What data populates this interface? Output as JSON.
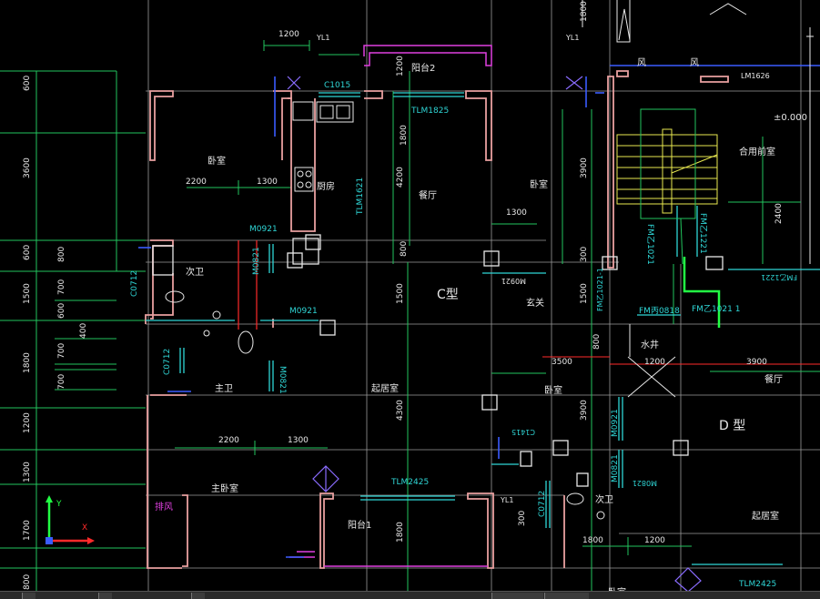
{
  "colors": {
    "background": "#000000",
    "grid_green": "#22c55e",
    "grid_white": "#d0d0d0",
    "wall_pink": "#e9a0a0",
    "wall_red": "#ff2a2a",
    "magenta": "#e040e0",
    "cyan": "#2fd6d6",
    "yellow": "#e8e850",
    "blue": "#3a5cff",
    "white_text": "#e8e8e8"
  },
  "labels": {
    "c_type": "C型",
    "d_type": "D 型",
    "rooms": {
      "bedroom_tl": "卧室",
      "kitchen": "厨房",
      "balcony2": "阳台2",
      "dining": "餐厅",
      "bedroom_mid": "卧室",
      "secondary_bath": "次卫",
      "foyer": "玄关",
      "master_bath": "主卫",
      "living": "起居室",
      "bedroom_r": "卧室",
      "master_bedroom": "主卧室",
      "balcony1": "阳台1",
      "water_well": "水井",
      "shared_front_room": "合用前室",
      "dining_d": "餐厅",
      "living_d": "起居室",
      "secondary_bath_d": "次卫",
      "bedroom_bottom": "卧室",
      "wind_1": "风",
      "wind_2": "风",
      "exhaust": "排风"
    },
    "tags": {
      "yl1_a": "YL1",
      "yl1_b": "YL1",
      "yl1_c": "YL1",
      "c1015": "C1015",
      "tlm1825": "TLM1825",
      "tlm1621": "TLM1621",
      "m0921_a": "M0921",
      "m0821_a": "M0821",
      "c0712_a": "C0712",
      "m0921_b": "M0921",
      "m0921_c": "M0921",
      "c0712_b": "C0712",
      "m0821_b": "M0821",
      "tlm2425_a": "TLM2425",
      "c1415": "C1415",
      "c0712_c": "C0712",
      "m0921_d": "M0921",
      "m0821_c": "M0821",
      "m0821_d": "M0821",
      "fmbing0818": "FM丙0818",
      "fmyi1021_a": "FM乙1021",
      "fmyi1221_a": "FM乙1221",
      "fmyi1221_b": "FM乙1221",
      "fmyi1021_b": "FM乙1021 1",
      "fmyi1021_c": "FM乙1021-1",
      "lm1626": "LM1626",
      "elev": "±0.000",
      "tlm2425_b": "TLM2425"
    },
    "dims": {
      "d1200_top": "1200",
      "d1200_v": "1200",
      "d2200_a": "2200",
      "d1300_a": "1300",
      "d1800_v": "1800",
      "d4200_v": "4200",
      "d1300_b": "1300",
      "d3900_v": "3900",
      "d800_v_a": "800",
      "d300_v_a": "300",
      "d1500_v_a": "1500",
      "d1500_v_b": "1500",
      "d4300_v": "4300",
      "d2200_b": "2200",
      "d1300_c": "1300",
      "d3500": "3500",
      "d1200_b": "1200",
      "d3900": "3900",
      "d800_v_b": "800",
      "d1800_b": "1800",
      "d1200_c": "1200",
      "d1800_v_b": "1800",
      "d300_v_b": "300",
      "d2400_v": "2400",
      "d1800_top": "1800",
      "left_600_a": "600",
      "left_3600": "3600",
      "left_600_b": "600",
      "left_1500": "1500",
      "left_1800": "1800",
      "left_1200": "1200",
      "left_1300": "1300",
      "left_1700": "1700",
      "left_800_a": "800",
      "left_800": "800",
      "left_700_a": "700",
      "left_600_c": "600",
      "left_700_b": "700",
      "left_700_c": "700",
      "left_400": "400"
    },
    "ucs_y": "Y",
    "ucs_x": "X"
  }
}
